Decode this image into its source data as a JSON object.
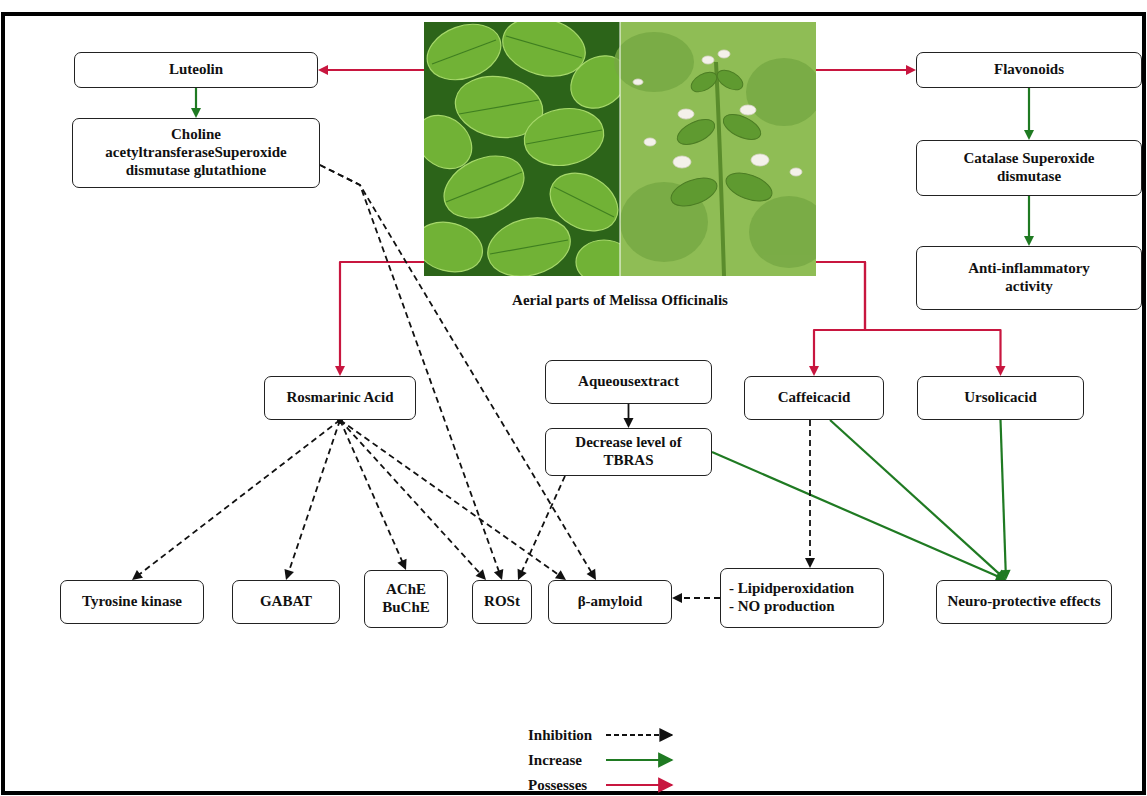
{
  "diagram": {
    "nodes": [
      {
        "text": [
          "Luteolin"
        ]
      },
      {
        "text": [
          "Aerial parts of Melissa Officinalis"
        ]
      },
      {
        "text": [
          "Flavonoids"
        ]
      },
      {
        "text": [
          "Choline acetyltransferaseSuperoxide dismutase glutathione"
        ]
      },
      {
        "text": [
          "Catalase Superoxide dismutase"
        ]
      },
      {
        "text": [
          "Anti-inflammatory activity"
        ]
      },
      {
        "text": [
          "Rosmarinic Acid"
        ]
      },
      {
        "text": [
          "Aqueousextract"
        ]
      },
      {
        "text": [
          "Caffeicacid"
        ]
      },
      {
        "text": [
          "Ursolicacid"
        ]
      },
      {
        "text": [
          "Decrease level of TBRAS"
        ]
      },
      {
        "text": [
          "Tyrosine kinase"
        ]
      },
      {
        "text": [
          "GABAT"
        ]
      },
      {
        "text": [
          "AChE BuChE"
        ]
      },
      {
        "text": [
          "ROSt"
        ]
      },
      {
        "text": [
          "β-amyloid"
        ]
      },
      {
        "text": [
          "- Lipidperoxidation",
          "- NO production"
        ]
      },
      {
        "text": [
          "Neuro-protective effects"
        ]
      }
    ],
    "edges": [
      {
        "from": 1,
        "to": 0,
        "arrow": "to"
      },
      {
        "from": 1,
        "to": 2,
        "arrow": "to"
      },
      {
        "from": 1,
        "to": 6,
        "arrow": "to"
      },
      {
        "from": 1,
        "to": 8,
        "arrow": "to"
      },
      {
        "from": 1,
        "to": 9,
        "arrow": "to"
      },
      {
        "from": 0,
        "to": 3,
        "arrow": "to"
      },
      {
        "from": 2,
        "to": 4,
        "arrow": "to"
      },
      {
        "from": 4,
        "to": 5,
        "arrow": "to"
      },
      {
        "from": 3,
        "to": 14,
        "arrow": "to"
      },
      {
        "from": 3,
        "to": 15,
        "arrow": "to"
      },
      {
        "from": 6,
        "to": 11,
        "arrow": "to"
      },
      {
        "from": 6,
        "to": 12,
        "arrow": "to"
      },
      {
        "from": 6,
        "to": 13,
        "arrow": "to"
      },
      {
        "from": 6,
        "to": 14,
        "arrow": "to"
      },
      {
        "from": 6,
        "to": 15,
        "arrow": "to"
      },
      {
        "from": 7,
        "to": 10,
        "arrow": "to"
      },
      {
        "from": 10,
        "to": 14,
        "arrow": "to"
      },
      {
        "from": 10,
        "to": 17,
        "arrow": "to"
      },
      {
        "from": 8,
        "to": 16,
        "arrow": "to"
      },
      {
        "from": 8,
        "to": 17,
        "arrow": "to"
      },
      {
        "from": 9,
        "to": 17,
        "arrow": "to"
      },
      {
        "from": 16,
        "to": 15,
        "arrow": "to"
      }
    ],
    "legend": [
      {
        "text": "Inhibition"
      },
      {
        "text": "Increase"
      },
      {
        "text": "Possesses"
      }
    ]
  }
}
